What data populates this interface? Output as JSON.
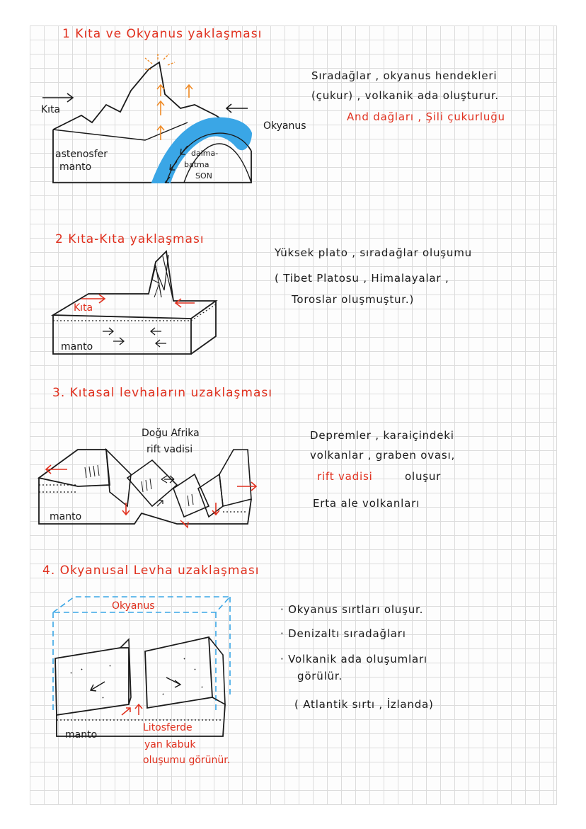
{
  "colors": {
    "red": "#e0301e",
    "ink": "#1a1a1a",
    "blue": "#3aa6e6",
    "orange": "#f08a24"
  },
  "s1": {
    "title": "1 Kıta ve Okyanus yaklaşması",
    "label_kita": "Kıta",
    "label_okyanus": "Okyanus",
    "label_astenosfer": "astenosfer",
    "label_manto": "manto",
    "label_dalma": "dalma-",
    "label_batma": "batma",
    "label_son": "SON",
    "note_line1": "Sıradağlar , okyanus hendekleri",
    "note_line2": "(çukur) , volkanik ada oluşturur.",
    "note_examples": "And dağları , Şili çukurluğu"
  },
  "s2": {
    "title": "2 Kıta-Kıta yaklaşması",
    "label_kita": "Kıta",
    "label_manto": "manto",
    "note_line1": "Yüksek plato , sıradağlar oluşumu",
    "note_line2": "( Tibet Platosu , Himalayalar ,",
    "note_line3": "Toroslar oluşmuştur.)"
  },
  "s3": {
    "title": "3. Kıtasal levhaların uzaklaşması",
    "label_dogu": "Doğu Afrika",
    "label_rift": "rift vadisi",
    "label_manto": "manto",
    "note_line1": "Depremler , karaiçindeki",
    "note_line2": "volkanlar , graben ovası,",
    "note_rift": "rift vadisi",
    "note_olusur": "oluşur",
    "note_line4": "Erta ale volkanları"
  },
  "s4": {
    "title": "4. Okyanusal Levha uzaklaşması",
    "label_okyanus": "Okyanus",
    "label_manto": "manto",
    "label_lito1": "Litosferde",
    "label_lito2": "yan kabuk",
    "label_lito3": "oluşumu görünür.",
    "note_b1": "· Okyanus sırtları oluşur.",
    "note_b2": "· Denizaltı sıradağları",
    "note_b3": "· Volkanik ada oluşumları",
    "note_b3b": "görülür.",
    "note_example": "( Atlantik sırtı , İzlanda)"
  }
}
